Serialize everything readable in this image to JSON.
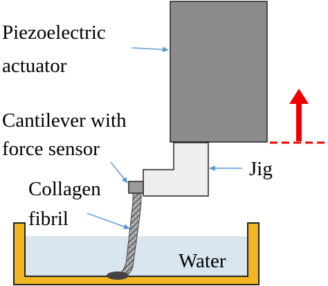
{
  "labels": {
    "actuator_line1": "Piezoelectric",
    "actuator_line2": "actuator",
    "cantilever_line1": "Cantilever with",
    "cantilever_line2": "force sensor",
    "fibril_line1": "Collagen",
    "fibril_line2": "fibril",
    "jig": "Jig",
    "water": "Water"
  },
  "colors": {
    "actuator_fill": "#8c8c8c",
    "jig_fill": "#eeeeee",
    "water_fill": "#d9e6ef",
    "container_fill": "#f2b623",
    "pointer_arrow": "#5b9bd5",
    "motion_arrow": "#ee0000",
    "fibril_fill": "#9a9a9a"
  },
  "icons": {
    "motion_arrow": "up-arrow-icon"
  }
}
